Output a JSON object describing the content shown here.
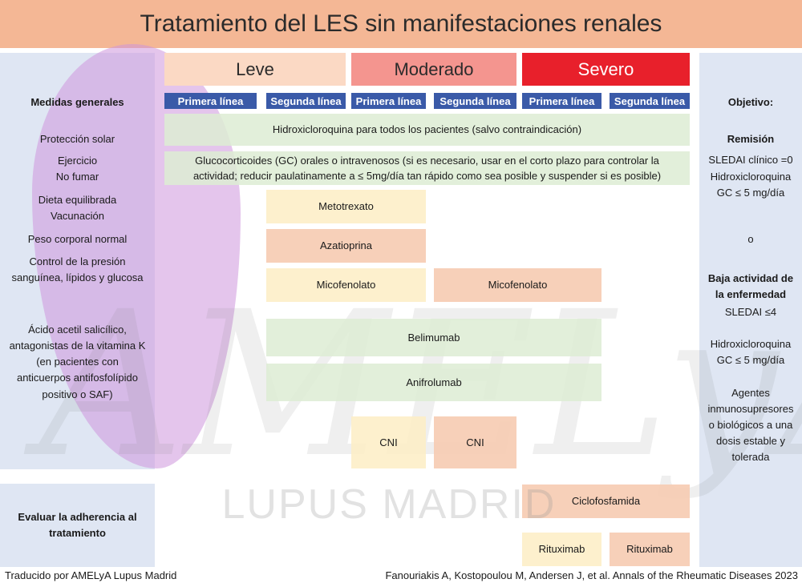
{
  "title": "Tratamiento del LES sin manifestaciones renales",
  "severity": {
    "leve": "Leve",
    "moderado": "Moderado",
    "severo": "Severo"
  },
  "lines": {
    "primera": "Primera línea",
    "segunda": "Segunda línea"
  },
  "left": {
    "header": "Medidas generales",
    "items": [
      "Protección solar",
      "Ejercicio\nNo fumar",
      "Dieta equilibrada\nVacunación",
      "Peso corporal normal",
      "Control de la presión\nsanguínea, lípidos y glucosa",
      "Ácido acetil salicílico,\nantagonistas de la vitamina K\n(en pacientes con\nanticuerpos antifosfolípido\npositivo o SAF)"
    ],
    "adherence": "Evaluar la adherencia al\ntratamiento"
  },
  "right": {
    "header": "Objetivo:",
    "remission_title": "Remisión",
    "remission_items": "SLEDAI clínico =0\nHidroxicloroquina\nGC ≤ 5 mg/día",
    "or": "o",
    "low_title": "Baja actividad de\nla enfermedad",
    "low_items": "SLEDAI ≤4\n\nHidroxicloroquina\nGC ≤ 5 mg/día\n\nAgentes\ninmunosupresores\no biológicos a una\ndosis estable y\ntolerada"
  },
  "treatments": {
    "hcq": "Hidroxicloroquina para todos los pacientes (salvo contraindicación)",
    "gc": "Glucocorticoides (GC) orales o intravenosos (si es necesario, usar en el corto plazo para controlar la actividad; reducir paulatinamente a ≤ 5mg/día tan rápido como sea posible y suspender si es posible)",
    "metotrexato": "Metotrexato",
    "azatioprina": "Azatioprina",
    "micofenolato": "Micofenolato",
    "belimumab": "Belimumab",
    "anifrolumab": "Anifrolumab",
    "cni": "CNI",
    "ciclofosfamida": "Ciclofosfamida",
    "rituximab": "Rituximab"
  },
  "watermark": {
    "brand": "LUPUS MADRID",
    "script": "AMELyA"
  },
  "footer": {
    "left": "Traducido por AMELyA Lupus Madrid",
    "right": "Fanouriakis A, Kostopoulou M, Andersen J, et al. Annals of the Rheumatic Diseases 2023"
  },
  "colors": {
    "title_bg": "#f4b795",
    "side_bg": "#dfe6f3",
    "leve": "#fbd9c4",
    "moderado": "#f4958f",
    "severo": "#e8202b",
    "line_button": "#3a5aa8",
    "green": "#ddecd4",
    "yellow": "#fdedc4",
    "salmon": "#f6cbb1"
  }
}
